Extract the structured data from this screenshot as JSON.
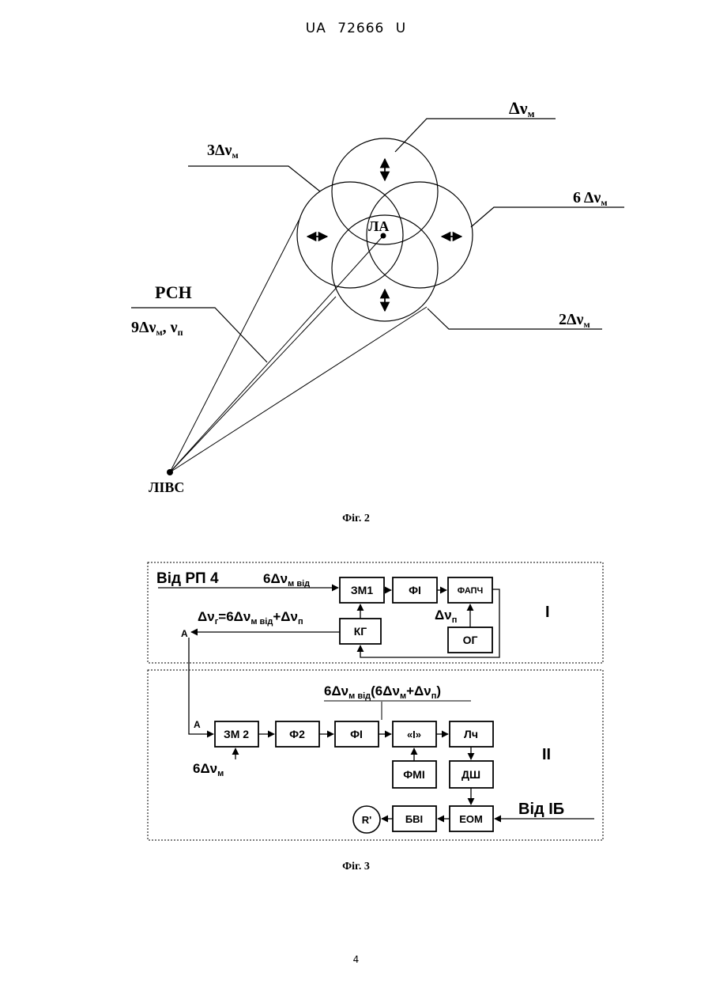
{
  "header": "UA   72666   U",
  "page_number": "4",
  "fig2": {
    "caption": "Фіг. 2",
    "labels": {
      "dvm": "Δν",
      "dvm_sub": "м",
      "three_dvm": "3Δν",
      "six_dvm": "6 Δν",
      "two_dvm": "2Δν",
      "la": "ЛА",
      "rsn": "РСН",
      "nine_dvm": "9Δν",
      "nine_sub": "м",
      "nu": "ν",
      "nu_sub": "п",
      "livs": "ЛІВС"
    }
  },
  "fig3": {
    "caption": "Фіг. 3",
    "labels": {
      "vid_rp4": "Від РП 4",
      "six_dvm_vid": "6Δν",
      "six_dvm_vid_sub": "м від",
      "dv_n_sym": "Δν",
      "dv_n_sub": "п",
      "dvg_a": "Δν",
      "dvg_sub": "г",
      "dvg_b": "=6Δν",
      "dvg_sub2": "м від",
      "dvg_c": "+Δν",
      "dvg_sub3": "п",
      "formula2_a": "6Δν",
      "formula2_sub": "м від",
      "formula2_b": "(6Δν",
      "formula2_sub2": "м",
      "formula2_c": "+Δν",
      "formula2_sub3": "п",
      "formula2_d": ")",
      "six_dvm_bottom": "6Δν",
      "six_dvm_bottom_sub": "м",
      "vid_ib": "Від ІБ",
      "roman1": "I",
      "roman2": "II",
      "a_marker1": "A",
      "a_marker2": "A"
    },
    "blocks": {
      "zm1": "ЗМ1",
      "fi_top": "ФІ",
      "fapch": "ФАПЧ",
      "kg": "КГ",
      "og": "ОГ",
      "zm2": "ЗМ 2",
      "f2": "Ф2",
      "fi_bottom": "ФІ",
      "det": "«І»",
      "lch": "Лч",
      "fmi": "ФМІ",
      "dsh": "ДШ",
      "eom": "ЕОМ",
      "bvi": "БВІ",
      "r_out": "R'"
    }
  }
}
